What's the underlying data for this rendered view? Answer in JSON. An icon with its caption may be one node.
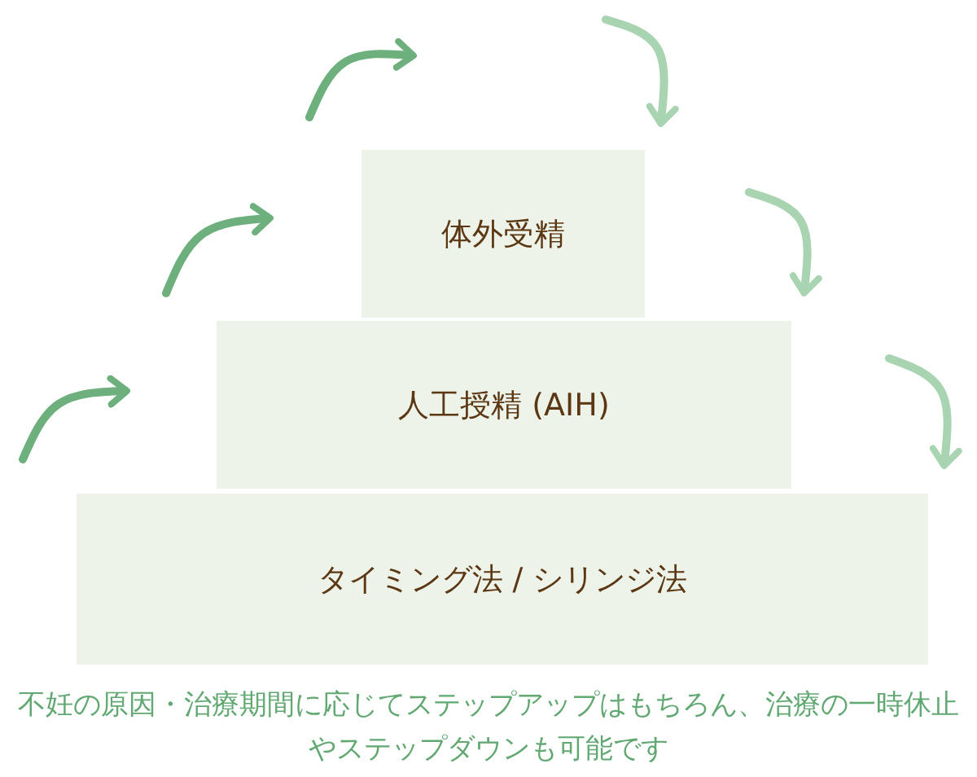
{
  "diagram": {
    "caption": "不妊の原因・治療期間に応じてステップアップはもちろん、治療の一時休止やステップダウンも可能です",
    "nodes": [
      {
        "text": [
          "体外受精"
        ]
      },
      {
        "text": [
          "人工授精 (AIH)"
        ]
      },
      {
        "text": [
          "タイミング法 / シリンジ法"
        ]
      }
    ]
  }
}
